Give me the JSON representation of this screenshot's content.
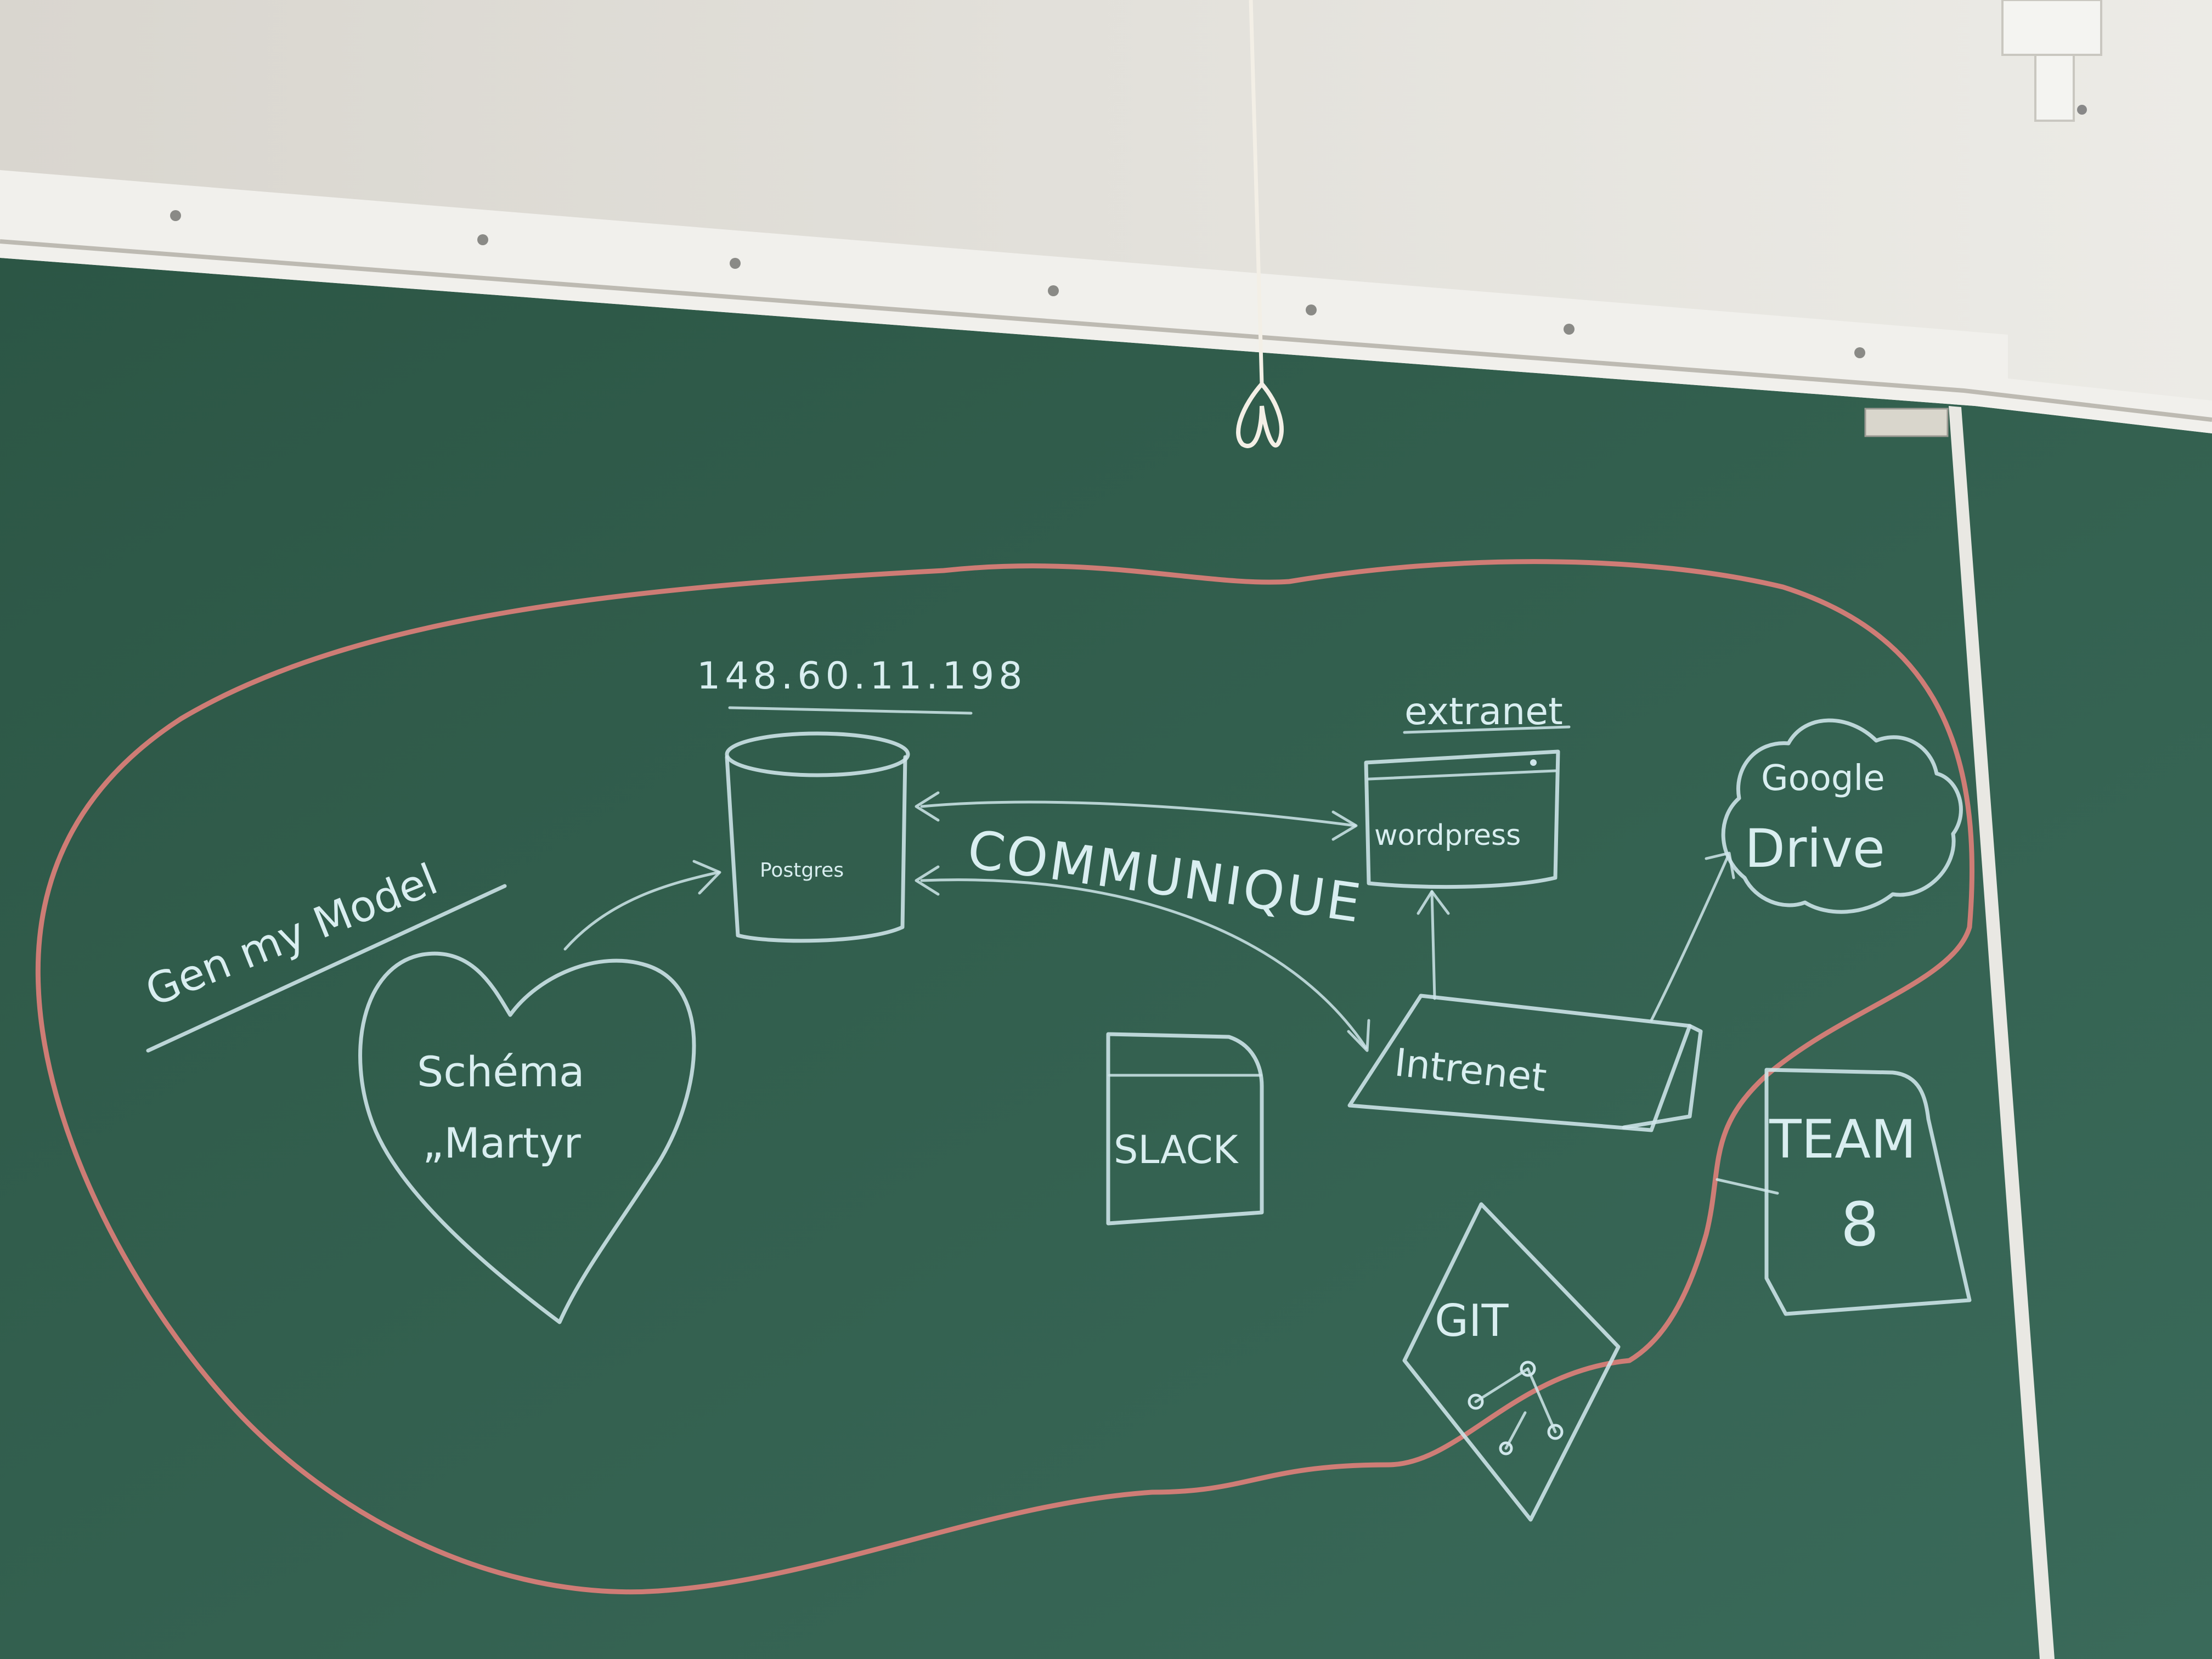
{
  "diagram": {
    "ip_address": "148.60.11.198",
    "database_label": "Postgres",
    "communique_label": "COMMUNIQUE",
    "genmymodel_label": "Gen my Model",
    "schema_label_line1": "Schéma",
    "schema_label_line2": "„Martyr",
    "extranet_label": "extranet",
    "wordpress_label": "wordpress",
    "internet_label": "Intrenet",
    "slack_label": "SLACK",
    "google_drive_line1": "Google",
    "google_drive_line2": "Drive",
    "git_label": "GIT",
    "team_line1": "TEAM",
    "team_line2": "8"
  },
  "colors": {
    "board": "#2f5b4a",
    "wall": "#e6e3dc",
    "chalk": "#cfe6ea",
    "chalk_red": "#e0807a"
  }
}
